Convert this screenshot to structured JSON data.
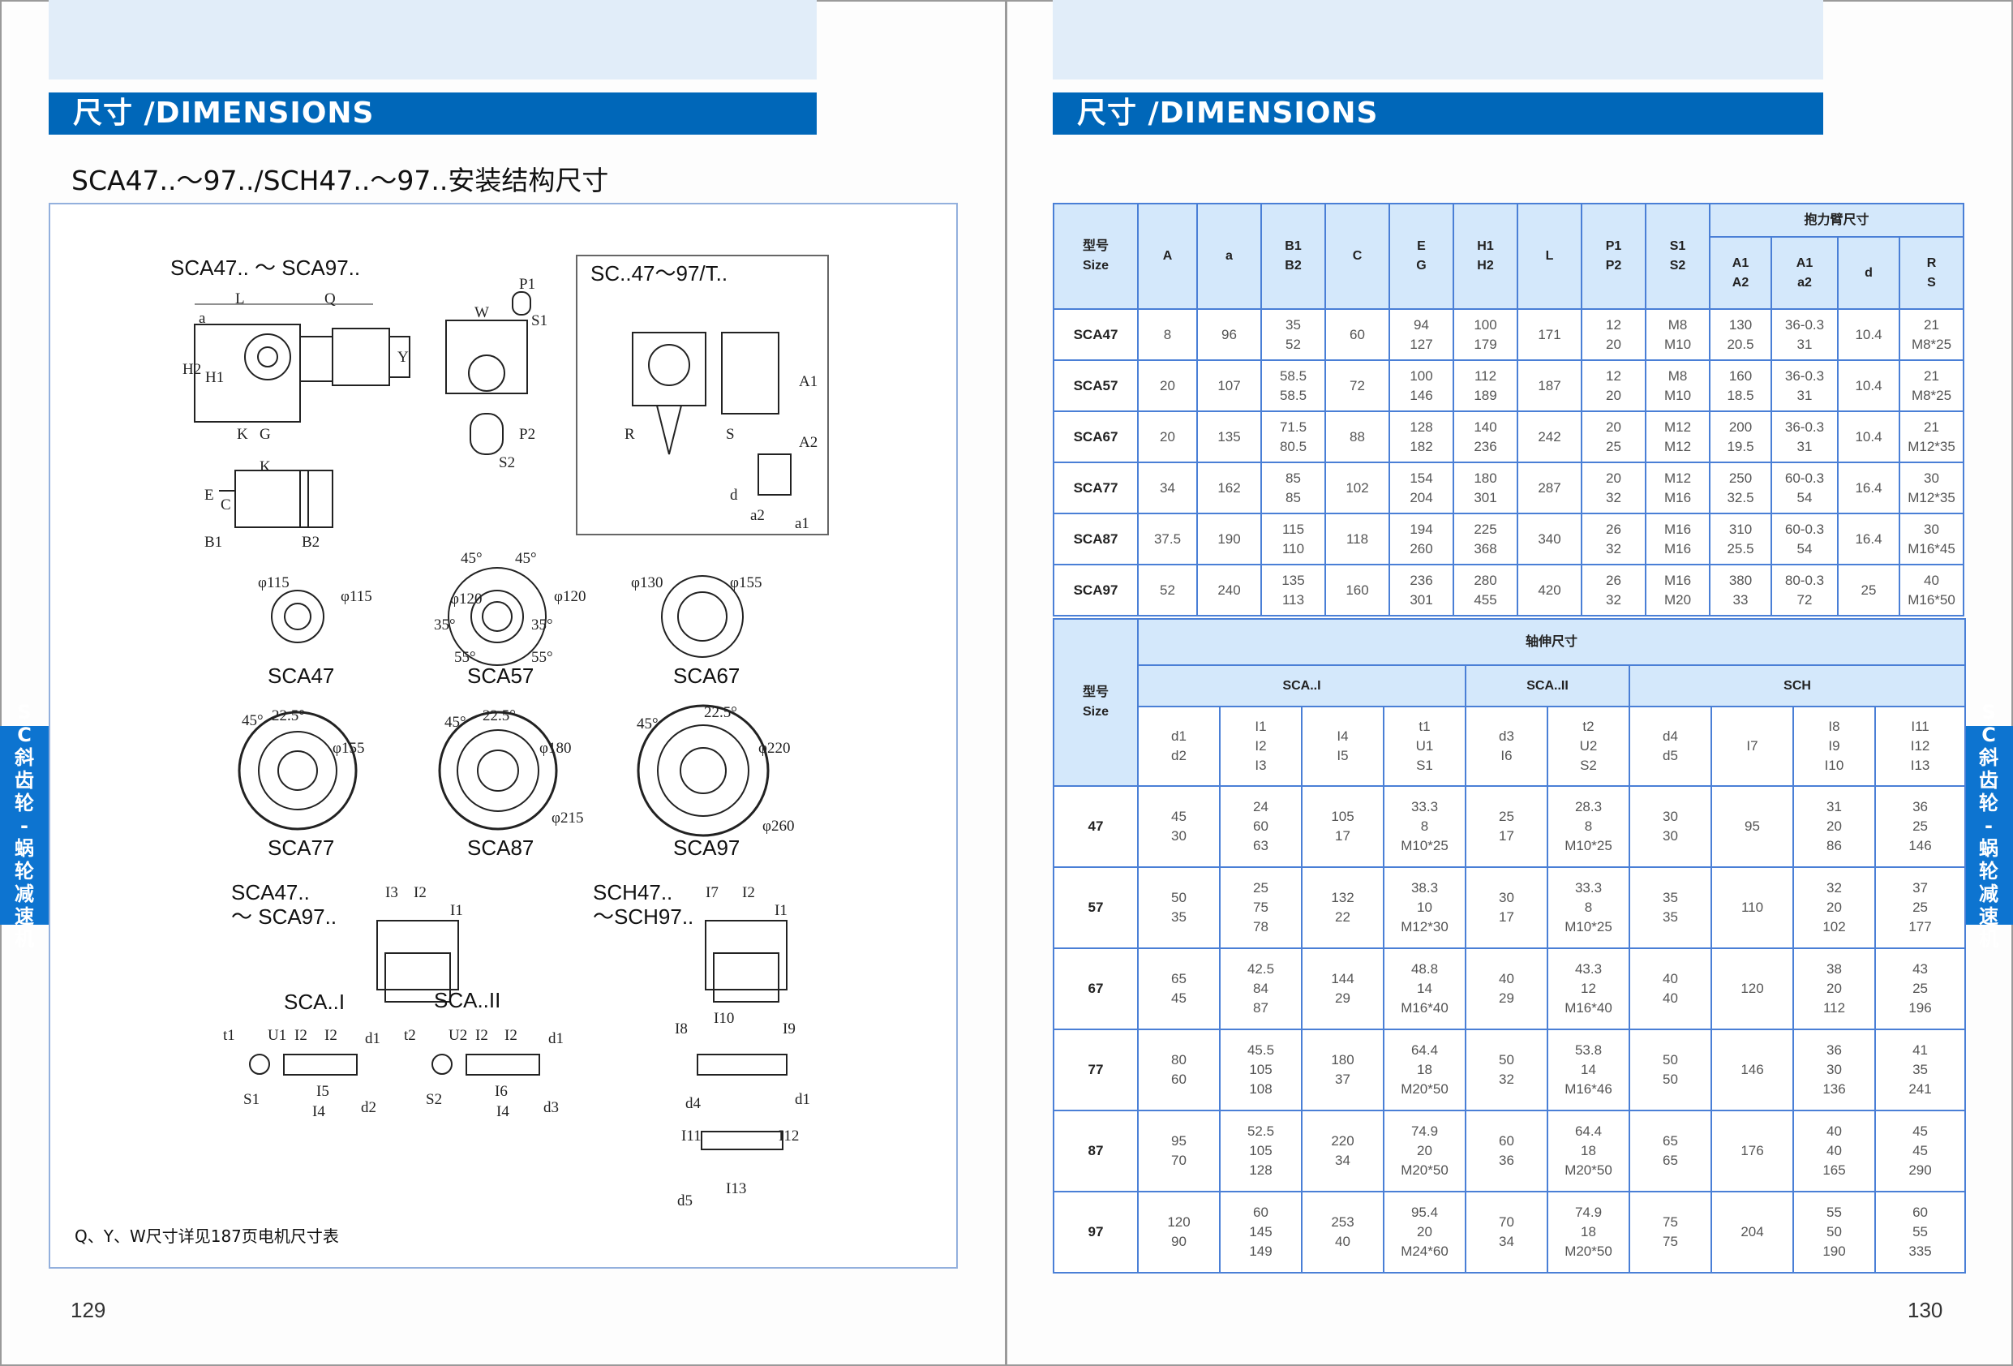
{
  "left_page": {
    "title": "尺寸 /DIMENSIONS",
    "subtitle": "SCA47..～97../SCH47..～97..安装结构尺寸",
    "page_number": "129",
    "side_tab": "S\nC\n斜\n齿\n轮\n-\n蜗\n轮\n减\n速\n机",
    "footnote": "Q、Y、W尺寸详见187页电机尺寸表",
    "drawing_labels": {
      "main_view": "SCA47.. ～ SCA97..",
      "torque_arm_view": "SC..47～97/T..",
      "flange_47": "SCA47",
      "flange_57": "SCA57",
      "flange_67": "SCA67",
      "flange_77": "SCA77",
      "flange_87": "SCA87",
      "flange_97": "SCA97",
      "sca_range": "SCA47..\n～ SCA97..",
      "sch_range": "SCH47..\n～SCH97..",
      "sca_i": "SCA..I",
      "sca_ii": "SCA..II"
    },
    "dimension_marks": [
      "L",
      "Q",
      "a",
      "H2",
      "H1",
      "Y",
      "K",
      "G",
      "W",
      "P1",
      "S1",
      "P2",
      "S2",
      "K",
      "E",
      "C",
      "B1",
      "B2",
      "R",
      "S",
      "A1",
      "A2",
      "d",
      "a2",
      "a1",
      "φ115",
      "φ115",
      "φ120",
      "φ120",
      "45°",
      "45°",
      "35°",
      "35°",
      "55°",
      "55°",
      "φ130",
      "φ155",
      "45°",
      "22.5°",
      "φ155",
      "45°",
      "22.5°",
      "φ180",
      "φ215",
      "45°",
      "22.5°",
      "φ220",
      "φ260",
      "I3",
      "I2",
      "I1",
      "I7",
      "I2",
      "I1",
      "t1",
      "U1",
      "I2",
      "I2",
      "d1",
      "S1",
      "I5",
      "I4",
      "d2",
      "t2",
      "U2",
      "I2",
      "I2",
      "d1",
      "S2",
      "I6",
      "I4",
      "d3",
      "I8",
      "I10",
      "I9",
      "d4",
      "d1",
      "I11",
      "I12",
      "I13",
      "d5"
    ]
  },
  "right_page": {
    "title": "尺寸 /DIMENSIONS",
    "page_number": "130",
    "side_tab": "S\nC\n斜\n齿\n轮\n-\n蜗\n轮\n减\n速\n机"
  },
  "housing_table": {
    "size_header": "型号\nSize",
    "group_header": "抱力臂尺寸",
    "headers": [
      "A",
      "a",
      "B1\nB2",
      "C",
      "E\nG",
      "H1\nH2",
      "L",
      "P1\nP2",
      "S1\nS2"
    ],
    "group_headers": [
      "A1\nA2",
      "A1\na2",
      "d",
      "R\nS"
    ],
    "rows": [
      {
        "size": "SCA47",
        "cells": [
          "8",
          "96",
          "35\n52",
          "60",
          "94\n127",
          "100\n179",
          "171",
          "12\n20",
          "M8\nM10",
          "130\n20.5",
          "36-0.3\n31",
          "10.4",
          "21\nM8*25"
        ]
      },
      {
        "size": "SCA57",
        "cells": [
          "20",
          "107",
          "58.5\n58.5",
          "72",
          "100\n146",
          "112\n189",
          "187",
          "12\n20",
          "M8\nM10",
          "160\n18.5",
          "36-0.3\n31",
          "10.4",
          "21\nM8*25"
        ]
      },
      {
        "size": "SCA67",
        "cells": [
          "20",
          "135",
          "71.5\n80.5",
          "88",
          "128\n182",
          "140\n236",
          "242",
          "20\n25",
          "M12\nM12",
          "200\n19.5",
          "36-0.3\n31",
          "10.4",
          "21\nM12*35"
        ]
      },
      {
        "size": "SCA77",
        "cells": [
          "34",
          "162",
          "85\n85",
          "102",
          "154\n204",
          "180\n301",
          "287",
          "20\n32",
          "M12\nM16",
          "250\n32.5",
          "60-0.3\n54",
          "16.4",
          "30\nM12*35"
        ]
      },
      {
        "size": "SCA87",
        "cells": [
          "37.5",
          "190",
          "115\n110",
          "118",
          "194\n260",
          "225\n368",
          "340",
          "26\n32",
          "M16\nM16",
          "310\n25.5",
          "60-0.3\n54",
          "16.4",
          "30\nM16*45"
        ]
      },
      {
        "size": "SCA97",
        "cells": [
          "52",
          "240",
          "135\n113",
          "160",
          "236\n301",
          "280\n455",
          "420",
          "26\n32",
          "M16\nM20",
          "380\n33",
          "80-0.3\n72",
          "25",
          "40\nM16*50"
        ]
      }
    ]
  },
  "shaft_table": {
    "size_header": "型号\nSize",
    "title": "轴伸尺寸",
    "groups": [
      "SCA..I",
      "SCA..II",
      "SCH"
    ],
    "headers": [
      "d1\nd2",
      "I1\nI2\nI3",
      "I4\nI5",
      "t1\nU1\nS1",
      "d3\nI6",
      "t2\nU2\nS2",
      "d4\nd5",
      "I7",
      "I8\nI9\nI10",
      "I11\nI12\nI13"
    ],
    "rows": [
      {
        "size": "47",
        "cells": [
          "45\n30",
          "24\n60\n63",
          "105\n17",
          "33.3\n8\nM10*25",
          "25\n17",
          "28.3\n8\nM10*25",
          "30\n30",
          "95",
          "31\n20\n86",
          "36\n25\n146"
        ]
      },
      {
        "size": "57",
        "cells": [
          "50\n35",
          "25\n75\n78",
          "132\n22",
          "38.3\n10\nM12*30",
          "30\n17",
          "33.3\n8\nM10*25",
          "35\n35",
          "110",
          "32\n20\n102",
          "37\n25\n177"
        ]
      },
      {
        "size": "67",
        "cells": [
          "65\n45",
          "42.5\n84\n87",
          "144\n29",
          "48.8\n14\nM16*40",
          "40\n29",
          "43.3\n12\nM16*40",
          "40\n40",
          "120",
          "38\n20\n112",
          "43\n25\n196"
        ]
      },
      {
        "size": "77",
        "cells": [
          "80\n60",
          "45.5\n105\n108",
          "180\n37",
          "64.4\n18\nM20*50",
          "50\n32",
          "53.8\n14\nM16*46",
          "50\n50",
          "146",
          "36\n30\n136",
          "41\n35\n241"
        ]
      },
      {
        "size": "87",
        "cells": [
          "95\n70",
          "52.5\n105\n128",
          "220\n34",
          "74.9\n20\nM20*50",
          "60\n36",
          "64.4\n18\nM20*50",
          "65\n65",
          "176",
          "40\n40\n165",
          "45\n45\n290"
        ]
      },
      {
        "size": "97",
        "cells": [
          "120\n90",
          "60\n145\n149",
          "253\n40",
          "95.4\n20\nM24*60",
          "70\n34",
          "74.9\n18\nM20*50",
          "75\n75",
          "204",
          "55\n50\n190",
          "60\n55\n335"
        ]
      }
    ]
  },
  "colors": {
    "brand_blue": "#0067b9",
    "header_fill": "#d4e8fb",
    "grid": "#4a7fd6",
    "top_band": "#e1edf9"
  }
}
